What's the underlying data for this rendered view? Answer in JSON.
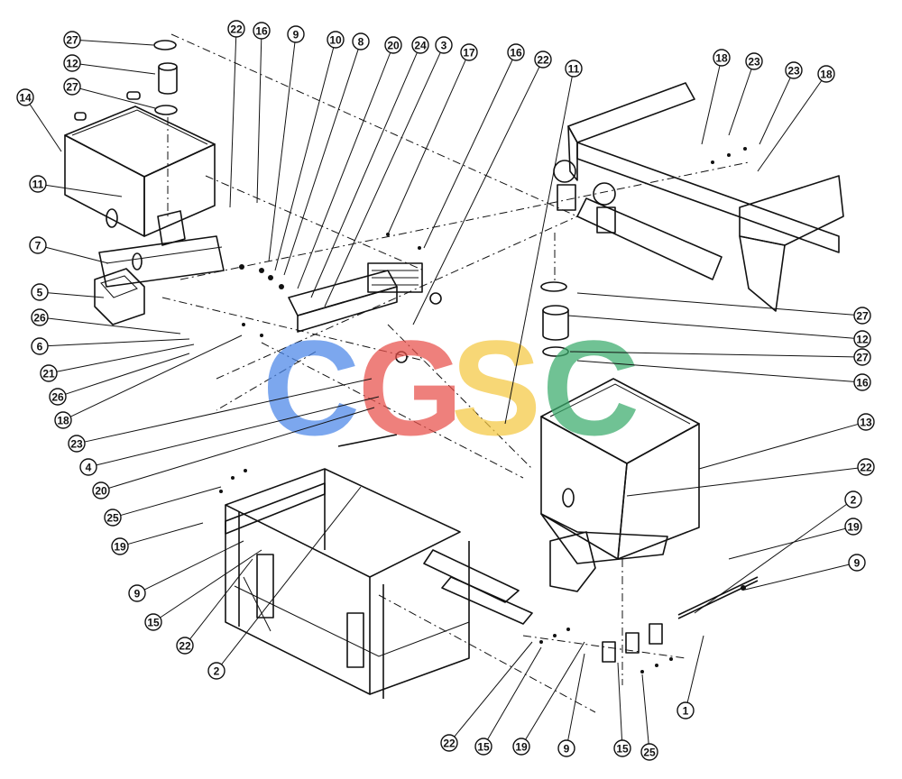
{
  "watermark": {
    "letters": [
      "C",
      "G",
      "S",
      "C"
    ],
    "colors": [
      "#4a86e8",
      "#e8504a",
      "#f5c842",
      "#3aab6b"
    ]
  },
  "callouts": [
    "27",
    "12",
    "27",
    "14",
    "11",
    "7",
    "5",
    "26",
    "6",
    "21",
    "26",
    "18",
    "23",
    "4",
    "20",
    "25",
    "19",
    "9",
    "15",
    "22",
    "2",
    "22",
    "16",
    "9",
    "10",
    "8",
    "20",
    "24",
    "3",
    "17",
    "16",
    "22",
    "11",
    "18",
    "23",
    "23",
    "18",
    "27",
    "12",
    "27",
    "16",
    "13",
    "22",
    "2",
    "19",
    "9",
    "1",
    "25",
    "15",
    "9",
    "19",
    "15",
    "22"
  ]
}
